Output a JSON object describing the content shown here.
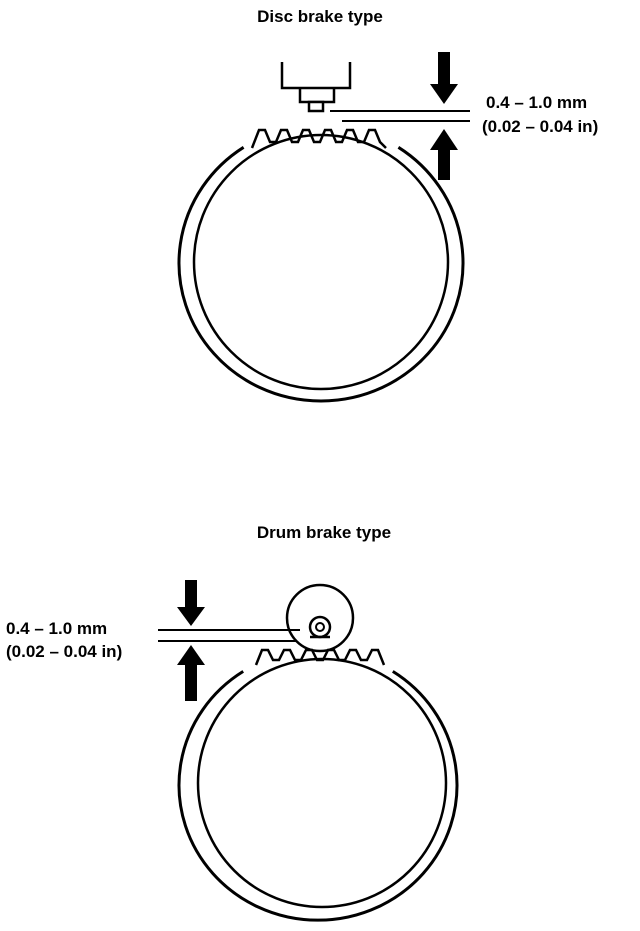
{
  "disc": {
    "title": "Disc brake type",
    "gap_mm": "0.4 – 1.0 mm",
    "gap_in": "(0.02 – 0.04 in)"
  },
  "drum": {
    "title": "Drum brake type",
    "gap_mm": "0.4 – 1.0 mm",
    "gap_in": "(0.02 – 0.04 in)"
  },
  "colors": {
    "ink": "#000000",
    "paper": "#ffffff"
  }
}
